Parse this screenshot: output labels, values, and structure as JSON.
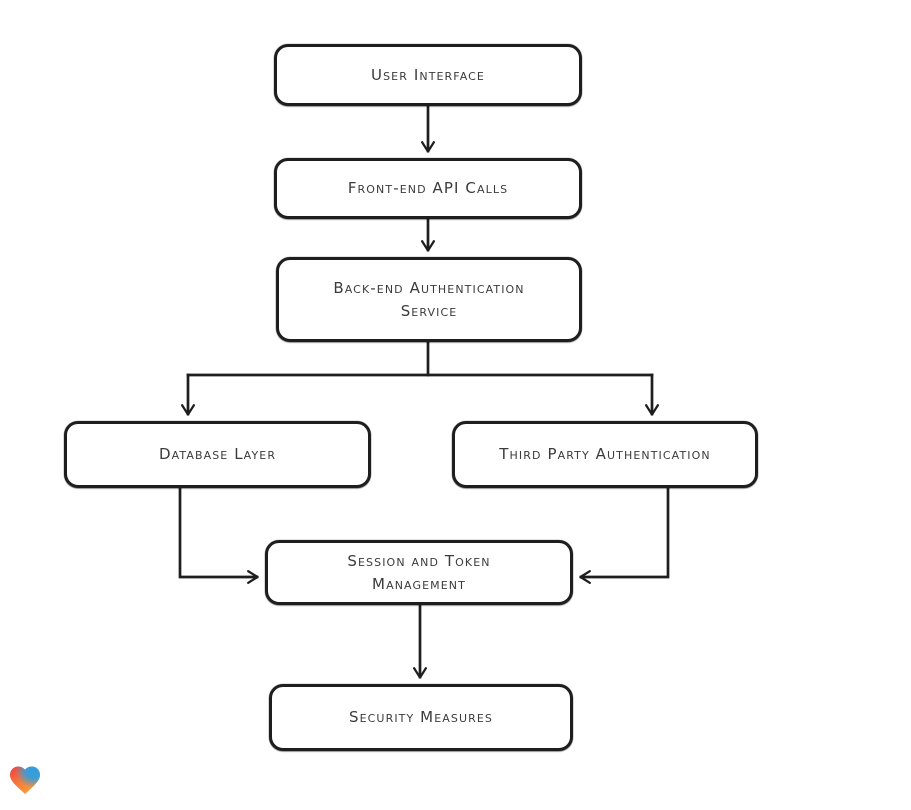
{
  "diagram": {
    "type": "flowchart",
    "nodes": [
      {
        "id": "user-interface",
        "label": "User Interface"
      },
      {
        "id": "front-end-api-calls",
        "label": "Front-end API Calls"
      },
      {
        "id": "back-end-authentication-service",
        "label": "Back-end Authentication Service"
      },
      {
        "id": "database-layer",
        "label": "Database Layer"
      },
      {
        "id": "third-party-authentication",
        "label": "Third Party Authentication"
      },
      {
        "id": "session-and-token-management",
        "label": "Session and Token Management"
      },
      {
        "id": "security-measures",
        "label": "Security Measures"
      }
    ],
    "edges": [
      {
        "from": "user-interface",
        "to": "front-end-api-calls"
      },
      {
        "from": "front-end-api-calls",
        "to": "back-end-authentication-service"
      },
      {
        "from": "back-end-authentication-service",
        "to": "database-layer"
      },
      {
        "from": "back-end-authentication-service",
        "to": "third-party-authentication"
      },
      {
        "from": "database-layer",
        "to": "session-and-token-management"
      },
      {
        "from": "third-party-authentication",
        "to": "session-and-token-management"
      },
      {
        "from": "session-and-token-management",
        "to": "security-measures"
      }
    ]
  },
  "colors": {
    "background": "#ffffff",
    "node_fill": "#ffffff",
    "stroke": "#1e1e1e",
    "text": "#3b3b3b",
    "logo_red": "#ee3f3e",
    "logo_orange": "#f8993a",
    "logo_blue": "#2d9fe3"
  },
  "logo": {
    "icon": "heart-icon",
    "brand": "Lovable"
  }
}
